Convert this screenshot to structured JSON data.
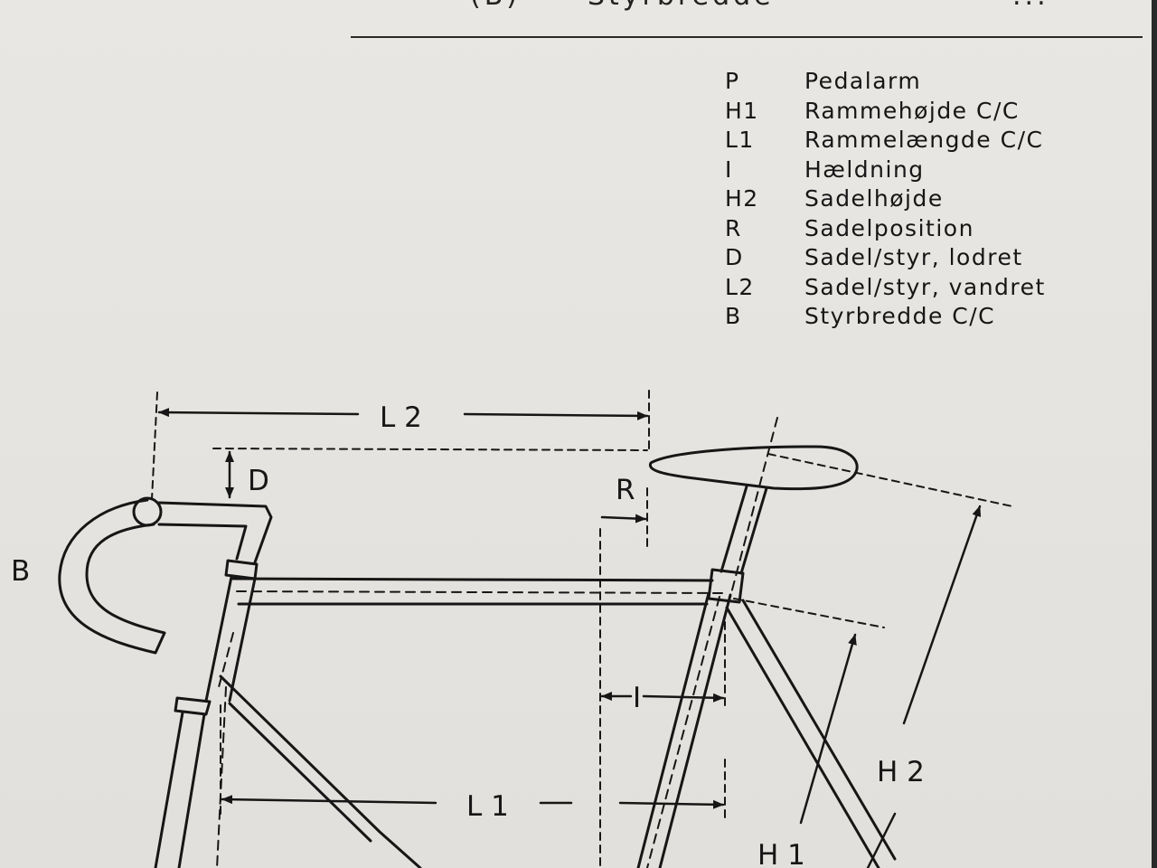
{
  "header": {
    "prev_code": "(B)",
    "prev_desc": "Styrbredde",
    "prev_value": "..."
  },
  "legend": [
    {
      "code": "P",
      "desc": "Pedalarm"
    },
    {
      "code": "H1",
      "desc": "Rammehøjde  C/C"
    },
    {
      "code": "L1",
      "desc": "Rammelængde  C/C"
    },
    {
      "code": "I",
      "desc": "Hældning"
    },
    {
      "code": "H2",
      "desc": "Sadelhøjde"
    },
    {
      "code": "R",
      "desc": "Sadelposition"
    },
    {
      "code": "D",
      "desc": "Sadel/styr,    lodret"
    },
    {
      "code": "L2",
      "desc": "Sadel/styr,    vandret"
    },
    {
      "code": "B",
      "desc": "Styrbredde  C/C"
    }
  ],
  "diagram": {
    "label_L2": "L 2",
    "label_D": "D",
    "label_R": "R",
    "label_B": "B",
    "label_I": "I",
    "label_L1": "L 1",
    "label_H1": "H 1",
    "label_H2": "H 2"
  }
}
